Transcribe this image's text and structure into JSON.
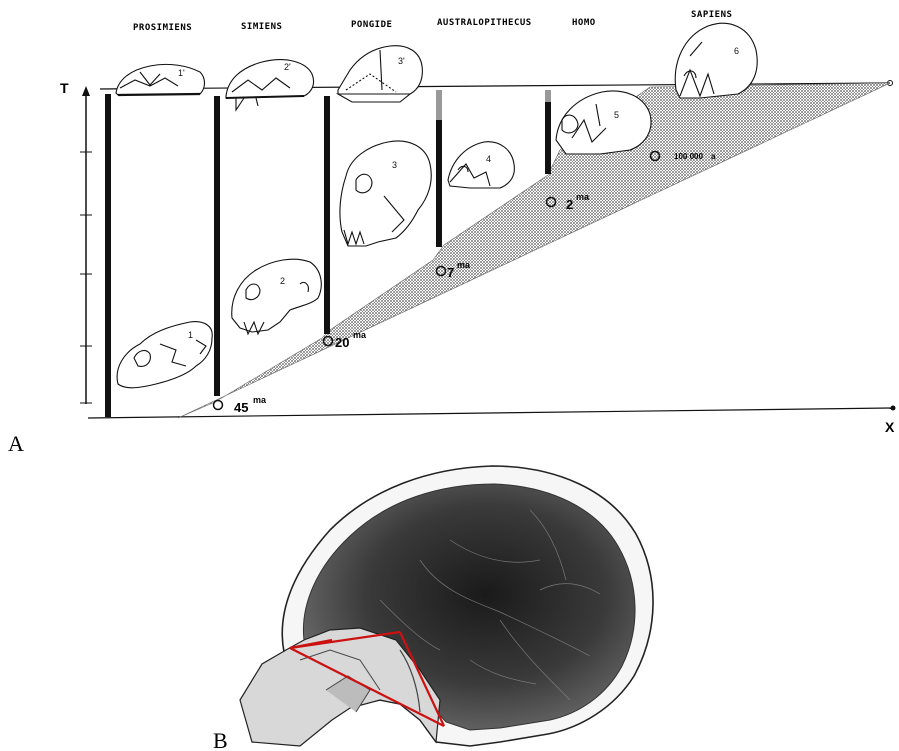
{
  "panels": {
    "a": "A",
    "b": "B"
  },
  "axes": {
    "y_label": "T",
    "x_label": "X"
  },
  "groups": [
    {
      "label": "PROSIMIENS"
    },
    {
      "label": "SIMIENS"
    },
    {
      "label": "PONGIDE"
    },
    {
      "label": "AUSTRALOPITHECUS"
    },
    {
      "label": "HOMO"
    },
    {
      "label": "SAPIENS"
    }
  ],
  "eras": [
    {
      "value": "45",
      "unit": "ma"
    },
    {
      "value": "20",
      "unit": "ma"
    },
    {
      "value": "7",
      "unit": "ma"
    },
    {
      "value": "2",
      "unit": "ma"
    },
    {
      "value": "100 000",
      "unit": "a"
    }
  ],
  "skull_numbers": {
    "top": [
      "1'",
      "2'",
      "3'"
    ],
    "side": [
      "1",
      "2",
      "3",
      "4",
      "5",
      "6"
    ]
  },
  "colors": {
    "ink": "#111111",
    "red_lines": "#cc1111",
    "shade": "#9a9a9a"
  }
}
